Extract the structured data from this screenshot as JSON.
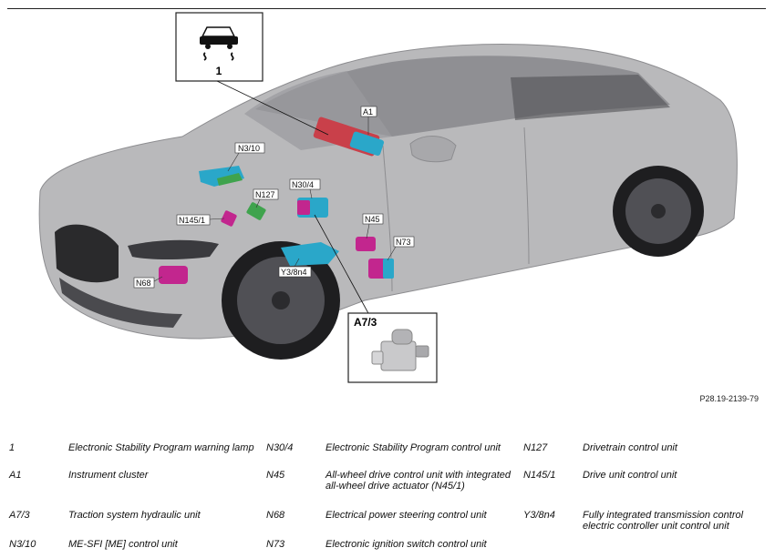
{
  "figure_id": "P28.19-2139-79",
  "warning_lamp_label": "1",
  "abs_unit_label": "A7/3",
  "callouts": {
    "A1": "A1",
    "N3_10": "N3/10",
    "N127": "N127",
    "N30_4": "N30/4",
    "N145_1": "N145/1",
    "N45": "N45",
    "N73": "N73",
    "Y3_8n4": "Y3/8n4",
    "N68": "N68"
  },
  "colors": {
    "car_body": "#b9b9bb",
    "cyan_unit": "#2aa7c9",
    "magenta_unit": "#c2268e",
    "red_unit": "#c9404a",
    "green_unit": "#3fa34d"
  },
  "legend": [
    [
      {
        "code": "1",
        "desc": "Electronic Stability Program warning lamp"
      },
      {
        "code": "N30/4",
        "desc": "Electronic Stability Program control unit"
      },
      {
        "code": "N127",
        "desc": "Drivetrain control unit"
      }
    ],
    [
      {
        "code": "A1",
        "desc": "Instrument cluster"
      },
      {
        "code": "N45",
        "desc": "All-wheel drive control unit with integrated all-wheel drive actuator (N45/1)"
      },
      {
        "code": "N145/1",
        "desc": "Drive unit control unit"
      }
    ],
    [
      {
        "code": "A7/3",
        "desc": "Traction system hydraulic unit"
      },
      {
        "code": "N68",
        "desc": "Electrical power steering control unit"
      },
      {
        "code": "Y3/8n4",
        "desc": "Fully integrated transmission control electric controller unit control unit"
      }
    ],
    [
      {
        "code": "N3/10",
        "desc": "ME-SFI [ME] control unit"
      },
      {
        "code": "N73",
        "desc": "Electronic ignition switch control unit"
      },
      {
        "code": "",
        "desc": ""
      }
    ]
  ]
}
